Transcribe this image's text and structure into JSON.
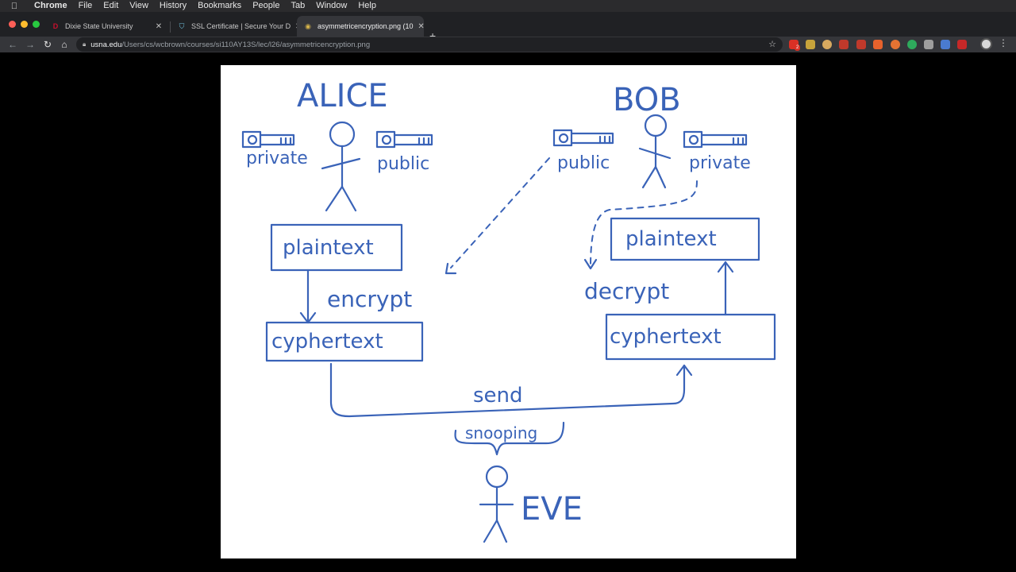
{
  "menubar": {
    "items": [
      "Chrome",
      "File",
      "Edit",
      "View",
      "History",
      "Bookmarks",
      "People",
      "Tab",
      "Window",
      "Help"
    ]
  },
  "tabs": [
    {
      "title": "Dixie State University",
      "active": false
    },
    {
      "title": "SSL Certificate | Secure Your D",
      "active": false
    },
    {
      "title": "asymmetricencryption.png (10",
      "active": true
    }
  ],
  "address_bar": {
    "domain": "usna.edu",
    "path": "/Users/cs/wcbrown/courses/si110AY13S/lec/l26/asymmetricencryption.png"
  },
  "extension_badge": "2",
  "colors": {
    "ink": "#3a63b8",
    "chrome_dark": "#202124",
    "toolbar": "#35363a"
  },
  "diagram": {
    "alice": "ALICE",
    "bob": "BOB",
    "eve": "EVE",
    "alice_private_key": "private",
    "alice_public_key": "public",
    "bob_public_key": "public",
    "bob_private_key": "private",
    "alice_plaintext": "plaintext",
    "encrypt": "encrypt",
    "alice_cyphertext": "cyphertext",
    "bob_plaintext": "plaintext",
    "decrypt": "decrypt",
    "bob_cyphertext": "cyphertext",
    "send": "send",
    "snooping": "snooping"
  }
}
